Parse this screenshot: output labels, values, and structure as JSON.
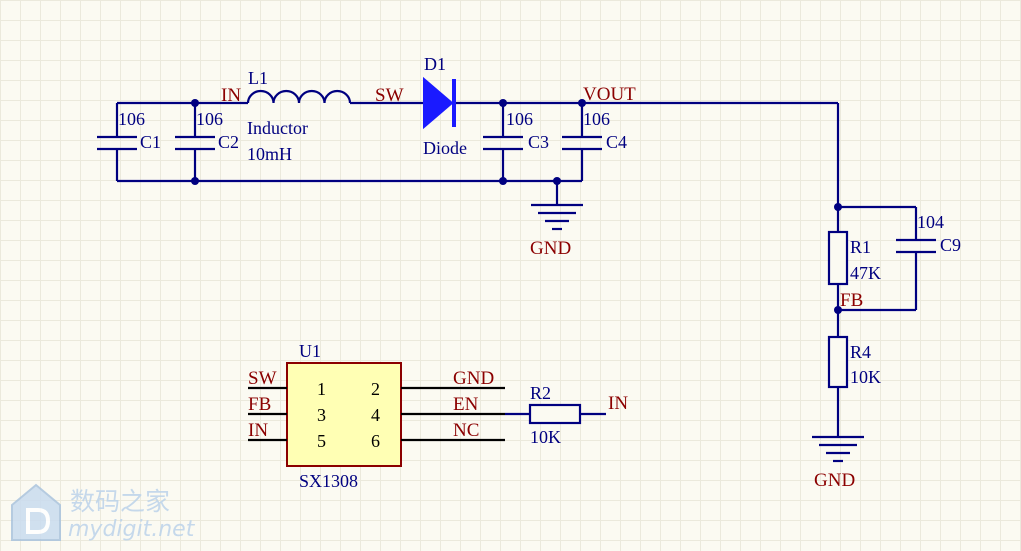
{
  "nets": {
    "in_top": "IN",
    "sw_top": "SW",
    "vout": "VOUT",
    "gnd_main": "GND",
    "fb": "FB",
    "gnd_fb": "GND",
    "u1_sw": "SW",
    "u1_fb": "FB",
    "u1_in": "IN",
    "u1_gnd": "GND",
    "u1_en": "EN",
    "u1_nc": "NC",
    "r2_in": "IN"
  },
  "components": {
    "c1": {
      "ref": "C1",
      "value": "106"
    },
    "c2": {
      "ref": "C2",
      "value": "106"
    },
    "c3": {
      "ref": "C3",
      "value": "106"
    },
    "c4": {
      "ref": "C4",
      "value": "106"
    },
    "c9": {
      "ref": "C9",
      "value": "104"
    },
    "l1": {
      "ref": "L1",
      "type": "Inductor",
      "value": "10mH"
    },
    "d1": {
      "ref": "D1",
      "type": "Diode"
    },
    "r1": {
      "ref": "R1",
      "value": "47K"
    },
    "r4": {
      "ref": "R4",
      "value": "10K"
    },
    "r2": {
      "ref": "R2",
      "value": "10K"
    },
    "u1": {
      "ref": "U1",
      "part": "SX1308",
      "pins": [
        "1",
        "2",
        "3",
        "4",
        "5",
        "6"
      ]
    }
  },
  "watermark": {
    "title": "数码之家",
    "url": "mydigit.net"
  },
  "colors": {
    "wire": "#000080",
    "net_label": "#8b0000",
    "ic_fill": "#ffffb4",
    "grid": "#ebe9dc"
  },
  "icons": {
    "ground": "ground-icon",
    "watermark_logo": "house-logo-icon"
  }
}
